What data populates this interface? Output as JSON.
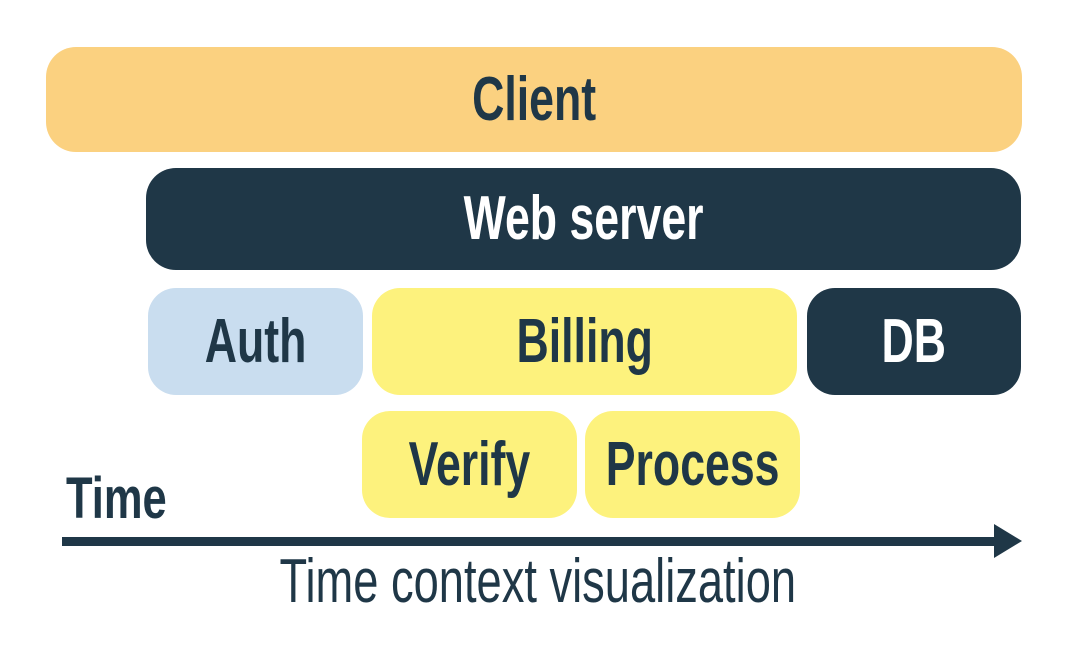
{
  "diagram": {
    "title_caption": "Time context visualization",
    "axis": {
      "label": "Time",
      "color": "#1f3747"
    },
    "colors": {
      "navy": "#1f3747",
      "orange": "#fbd180",
      "yellow": "#fdf27d",
      "light_blue": "#c9ddef",
      "white": "#ffffff"
    },
    "blocks": {
      "client": {
        "label": "Client",
        "fill": "#fbd180",
        "text_color": "#1f3747"
      },
      "web_server": {
        "label": "Web server",
        "fill": "#1f3747",
        "text_color": "#ffffff"
      },
      "auth": {
        "label": "Auth",
        "fill": "#c9ddef",
        "text_color": "#1f3747"
      },
      "billing": {
        "label": "Billing",
        "fill": "#fdf27d",
        "text_color": "#1f3747"
      },
      "db": {
        "label": "DB",
        "fill": "#1f3747",
        "text_color": "#ffffff"
      },
      "verify": {
        "label": "Verify",
        "fill": "#fdf27d",
        "text_color": "#1f3747"
      },
      "process": {
        "label": "Process",
        "fill": "#fdf27d",
        "text_color": "#1f3747"
      }
    }
  }
}
